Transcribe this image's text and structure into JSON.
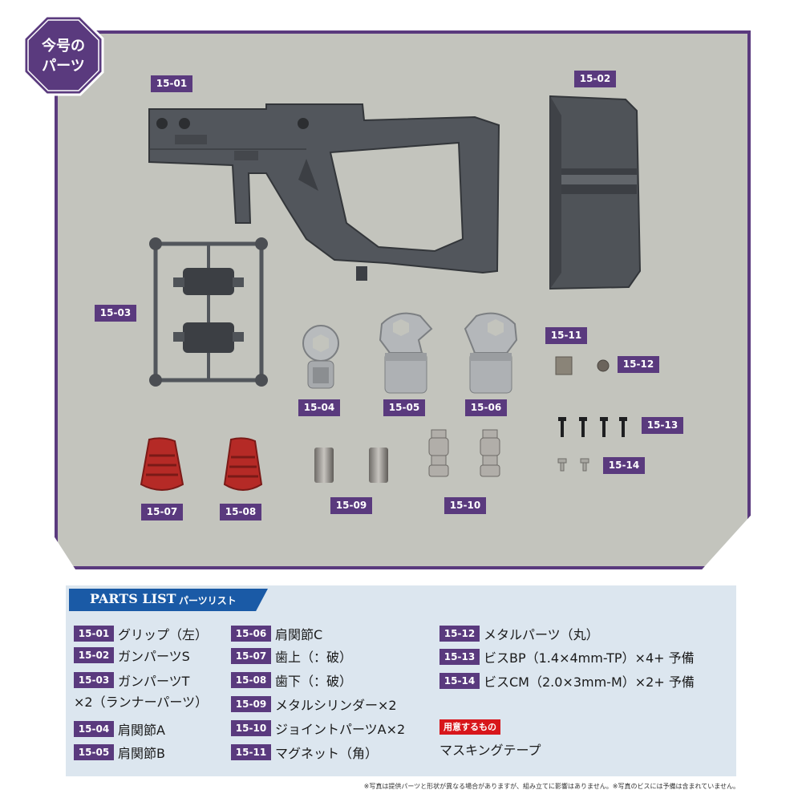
{
  "badge": {
    "line1": "今号の",
    "line2": "パーツ"
  },
  "photo_labels": {
    "p1501": "15-01",
    "p1502": "15-02",
    "p1503": "15-03",
    "p1504": "15-04",
    "p1505": "15-05",
    "p1506": "15-06",
    "p1507": "15-07",
    "p1508": "15-08",
    "p1509": "15-09",
    "p1510": "15-10",
    "p1511": "15-11",
    "p1512": "15-12",
    "p1513": "15-13",
    "p1514": "15-14"
  },
  "parts_list": {
    "title_en": "PARTS LIST",
    "title_ja": "パーツリスト",
    "items": [
      {
        "code": "15-01",
        "name": "グリップ（左）"
      },
      {
        "code": "15-02",
        "name": "ガンパーツS"
      },
      {
        "code": "15-03",
        "name": "ガンパーツT",
        "cont": "×2（ランナーパーツ）"
      },
      {
        "code": "15-04",
        "name": "肩関節A"
      },
      {
        "code": "15-05",
        "name": "肩関節B"
      },
      {
        "code": "15-06",
        "name": "肩関節C"
      },
      {
        "code": "15-07",
        "name": "歯上（：破）"
      },
      {
        "code": "15-08",
        "name": "歯下（：破）"
      },
      {
        "code": "15-09",
        "name": "メタルシリンダー×2"
      },
      {
        "code": "15-10",
        "name": "ジョイントパーツA×2"
      },
      {
        "code": "15-11",
        "name": "マグネット（角）"
      },
      {
        "code": "15-12",
        "name": "メタルパーツ（丸）"
      },
      {
        "code": "15-13",
        "name": "ビスBP（1.4×4mm-TP）×4+ 予備"
      },
      {
        "code": "15-14",
        "name": "ビスCM（2.0×3mm-M）×2+ 予備"
      }
    ],
    "prepare_label": "用意するもの",
    "prepare_item": "マスキングテープ"
  },
  "footnote": "※写真は提供パーツと形状が異なる場合がありますが、組み立てに影響はありません。※写真のビスには予備は含まれていません。",
  "colors": {
    "purple": "#5a3a7e",
    "blue": "#1a5aa6",
    "red": "#d8161b",
    "photo_bg": "#c3c4bd",
    "list_bg": "#dce6ef"
  }
}
